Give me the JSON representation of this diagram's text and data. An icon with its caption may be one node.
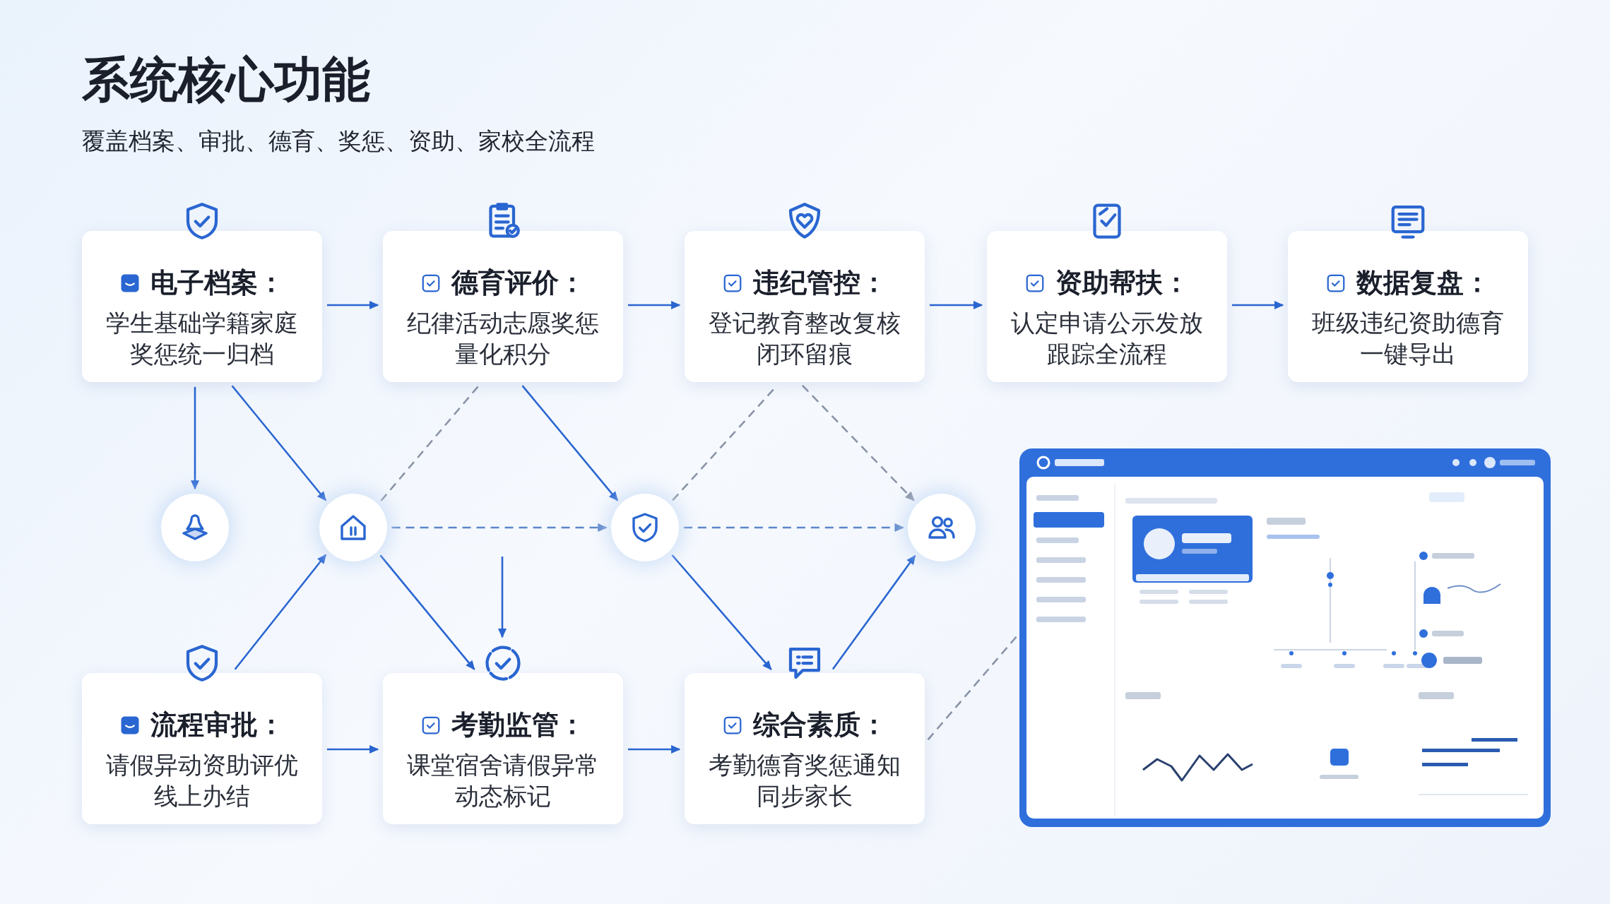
{
  "diagram": {
    "title": "系统核心功能",
    "nodes": [
      {
        "text": [
          "电子档案：",
          "学生基础学籍家庭奖惩统一归档"
        ]
      },
      {
        "text": [
          "德育评价：",
          "纪律活动志愿奖惩量化积分"
        ]
      },
      {
        "text": [
          "违纪管控：",
          "登记教育整改复核闭环留痕"
        ]
      },
      {
        "text": [
          "资助帮扶：",
          "认定申请公示发放跟踪全流程"
        ]
      },
      {
        "text": [
          "数据复盘：",
          "班级违纪资助德育一键导出"
        ]
      },
      {
        "text": [],
        "shape": "circle"
      },
      {
        "text": [],
        "shape": "circle"
      },
      {
        "text": [],
        "shape": "circle"
      },
      {
        "text": [],
        "shape": "circle"
      },
      {
        "text": [
          "流程审批：",
          "请假异动资助评优线上办结"
        ]
      },
      {
        "text": [
          "考勤监管：",
          "课堂宿舍请假异常动态标记"
        ]
      },
      {
        "text": [
          "综合素质：",
          "考勤德育奖惩通知同步家长"
        ]
      },
      {
        "text": [],
        "shape": "picture"
      }
    ],
    "edges": [
      {
        "from": 0,
        "to": 1,
        "arrow": "to"
      },
      {
        "from": 1,
        "to": 2,
        "arrow": "to"
      },
      {
        "from": 2,
        "to": 3,
        "arrow": "to"
      },
      {
        "from": 3,
        "to": 4,
        "arrow": "to"
      },
      {
        "from": 9,
        "to": 10,
        "arrow": "to"
      },
      {
        "from": 10,
        "to": 11,
        "arrow": "to"
      },
      {
        "from": 0,
        "to": 5,
        "arrow": "to"
      },
      {
        "from": 0,
        "to": 6,
        "arrow": "to"
      },
      {
        "from": 1,
        "to": 7,
        "arrow": "to"
      },
      {
        "from": 6,
        "to": 1,
        "arrow": "none",
        "style": "dashed",
        "color": "#8a94a6"
      },
      {
        "from": 7,
        "to": 2,
        "arrow": "none",
        "style": "dashed",
        "color": "#8a94a6"
      },
      {
        "from": 2,
        "to": 8,
        "arrow": "to",
        "style": "dashed",
        "color": "#8a94a6"
      },
      {
        "from": 6,
        "to": 7,
        "arrow": "to",
        "style": "dashed",
        "color": "#5b86c9"
      },
      {
        "from": 7,
        "to": 8,
        "arrow": "to",
        "style": "dashed",
        "color": "#5b86c9"
      },
      {
        "from": 9,
        "to": 6,
        "arrow": "to"
      },
      {
        "from": 6,
        "to": 10,
        "arrow": "to"
      },
      {
        "from": null,
        "to": 10,
        "arrow": "to"
      },
      {
        "from": 7,
        "to": 11,
        "arrow": "to"
      },
      {
        "from": 11,
        "to": 8,
        "arrow": "to"
      },
      {
        "from": 11,
        "to": 12,
        "arrow": "none",
        "style": "dashed",
        "color": "#8a94a6"
      }
    ],
    "labels": [
      "覆盖档案、审批、德育、奖惩、资助、家校全流程"
    ]
  }
}
